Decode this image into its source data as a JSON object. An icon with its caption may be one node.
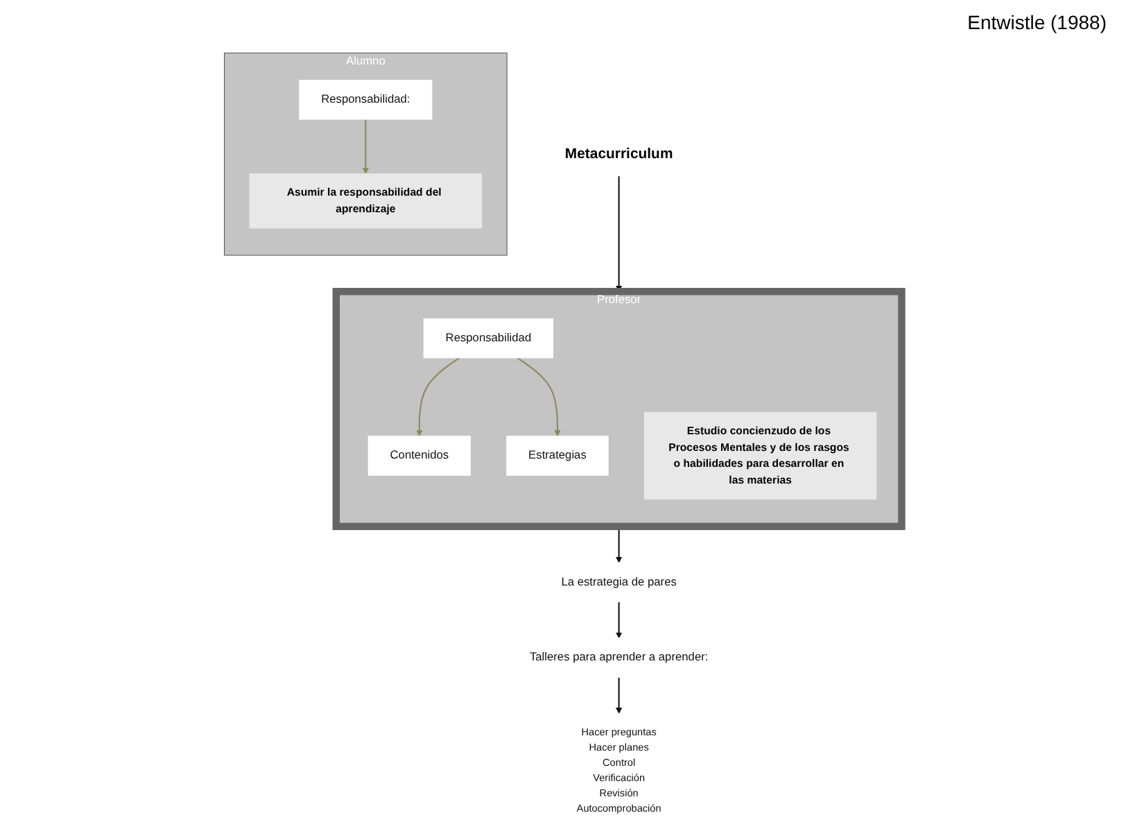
{
  "diagram": {
    "nodes": [
      {
        "text": [
          "Metacurriculum"
        ]
      },
      {
        "text": [
          "Profesor"
        ]
      },
      {
        "text": [
          "Responsabilidad"
        ],
        "in": 1
      },
      {
        "text": [
          "Contenidos"
        ],
        "in": 1
      },
      {
        "text": [
          "Estrategias"
        ],
        "in": 1
      },
      {
        "text": [
          "Estudio concienzudo de los Procesos Mentales y de los rasgos o habilidades para desarrollar en las materias"
        ],
        "in": 1
      },
      {
        "text": [
          "Alumno"
        ]
      },
      {
        "text": [
          "Responsabilidad:"
        ],
        "in": 6
      },
      {
        "text": [
          "Asumir la responsabilidad del aprendizaje"
        ],
        "in": 6
      },
      {
        "text": [
          "La estrategia de pares"
        ]
      },
      {
        "text": [
          "Talleres para aprender a aprender:"
        ]
      },
      {
        "text": [
          "Hacer preguntas",
          "Hacer planes",
          "Control",
          "Verificación",
          "Revisión",
          "Autocomprobación"
        ]
      }
    ],
    "edges": [
      {
        "from": 0,
        "to": 1,
        "arrow": "to"
      },
      {
        "from": 2,
        "to": 3,
        "arrow": "to",
        "color": "#8b8a5c"
      },
      {
        "from": 2,
        "to": 4,
        "arrow": "to",
        "color": "#8b8a5c"
      },
      {
        "from": 7,
        "to": 8,
        "arrow": "to",
        "color": "#8b8a5c"
      },
      {
        "from": 1,
        "to": 9,
        "arrow": "to"
      },
      {
        "from": 9,
        "to": 10,
        "arrow": "to"
      },
      {
        "from": 10,
        "to": 11,
        "arrow": "to"
      }
    ],
    "labels": [
      "Entwistle (1988)"
    ]
  }
}
